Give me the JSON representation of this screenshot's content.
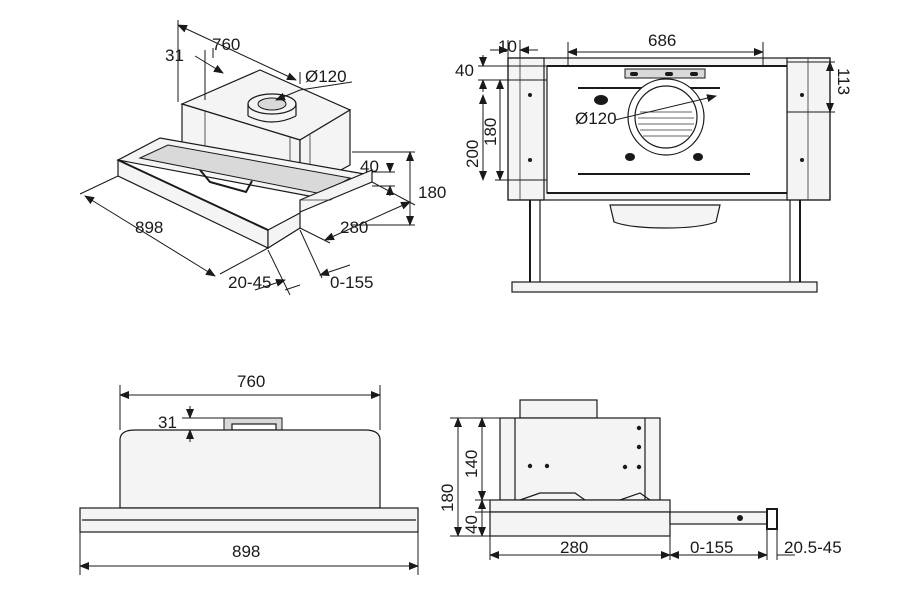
{
  "iso_view": {
    "width_top": "760",
    "offset_top": "31",
    "duct_diameter": "Ø120",
    "depth_offset": "40",
    "height": "180",
    "overall_width": "898",
    "depth": "280",
    "visor_thickness": "20-45",
    "extension": "0-155"
  },
  "front_view": {
    "side_margin": "10",
    "inner_width": "686",
    "top_offset": "40",
    "duct_height": "113",
    "duct_diameter": "Ø120",
    "bracket_height": "180",
    "mount_height": "200"
  },
  "bottom_view": {
    "body_width": "760",
    "duct_offset": "31",
    "overall_width": "898"
  },
  "side_view": {
    "body_height": "140",
    "overall_height": "180",
    "base_height": "40",
    "depth": "280",
    "extension": "0-155",
    "visor_depth": "20.5-45"
  }
}
